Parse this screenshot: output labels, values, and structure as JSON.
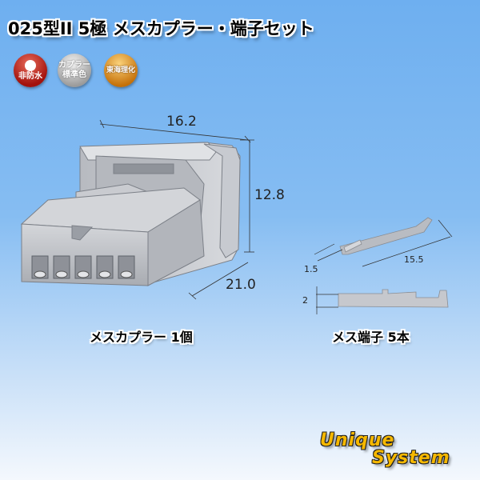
{
  "title": "025型II 5極 メスカプラー・端子セット",
  "badges": [
    {
      "label": "非防水",
      "color": "#b0170f"
    },
    {
      "label_line1": "カプラー",
      "label_line2": "標準色",
      "color": "#a8a8a8"
    },
    {
      "label": "東海理化",
      "color": "#d98a10"
    }
  ],
  "coupler": {
    "width_dim": "16.2",
    "height_dim": "12.8",
    "depth_dim": "21.0",
    "pins": 5,
    "caption": "メスカプラー 1個"
  },
  "terminal": {
    "width_dim": "1.5",
    "length_dim": "15.5",
    "height_dim": "2",
    "caption": "メス端子 5本"
  },
  "logo": {
    "line1": "Unique",
    "line2": "System"
  }
}
